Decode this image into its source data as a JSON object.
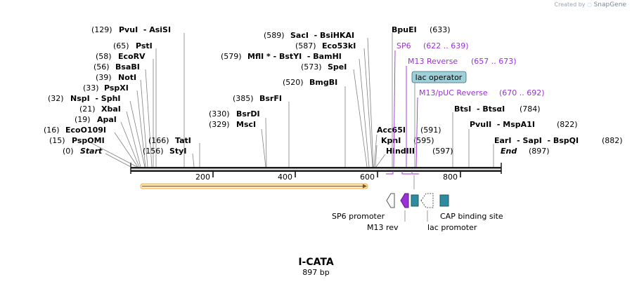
{
  "credit": {
    "prefix": "Created by",
    "brand": "SnapGene"
  },
  "sequence": {
    "name": "I-CATA",
    "length_label": "897 bp"
  },
  "map": {
    "length": 897,
    "ruler_ticks": [
      {
        "value": 200,
        "label": "200"
      },
      {
        "value": 400,
        "label": "400"
      },
      {
        "value": 600,
        "label": "600"
      },
      {
        "value": 800,
        "label": "800"
      }
    ],
    "sites": [
      {
        "pos": "(129)",
        "names": "PvuI  - AsiSI"
      },
      {
        "pos": "(65)",
        "names": "PstI"
      },
      {
        "pos": "(58)",
        "names": "EcoRV"
      },
      {
        "pos": "(56)",
        "names": "BsaBI"
      },
      {
        "pos": "(39)",
        "names": "NotI"
      },
      {
        "pos": "(33)",
        "names": "PspXI"
      },
      {
        "pos": "(32)",
        "names": "NspI  - SphI"
      },
      {
        "pos": "(21)",
        "names": "XbaI"
      },
      {
        "pos": "(19)",
        "names": "ApaI"
      },
      {
        "pos": "(16)",
        "names": "EcoO109I"
      },
      {
        "pos": "(15)",
        "names": "PspOMI"
      },
      {
        "pos": "(0)",
        "names": "Start"
      },
      {
        "pos": "(166)",
        "names": "TatI"
      },
      {
        "pos": "(156)",
        "names": "StyI"
      },
      {
        "pos": "(589)",
        "names": "SacI  - BsiHKAI"
      },
      {
        "pos": "(587)",
        "names": "Eco53kI"
      },
      {
        "pos": "(579)",
        "names": "MflI * - BstYI  - BamHI"
      },
      {
        "pos": "(573)",
        "names": "SpeI"
      },
      {
        "pos": "(520)",
        "names": "BmgBI"
      },
      {
        "pos": "(385)",
        "names": "BsrFI"
      },
      {
        "pos": "(330)",
        "names": "BsrDI"
      },
      {
        "pos": "(329)",
        "names": "MscI"
      },
      {
        "pos": "(633)",
        "names": "BpuEI"
      },
      {
        "pos": "(591)",
        "names": "Acc65I"
      },
      {
        "pos": "(595)",
        "names": "KpnI"
      },
      {
        "pos": "(597)",
        "names": "HindIII"
      },
      {
        "pos": "(784)",
        "names": "BtsI  - BtsαI"
      },
      {
        "pos": "(822)",
        "names": "PvuII  - MspA1I"
      },
      {
        "pos": "(882)",
        "names": "EarI  - SapI  - BspQI"
      },
      {
        "pos": "(897)",
        "names": "End"
      }
    ],
    "primers": [
      {
        "name": "SP6",
        "range": "(622 .. 639)"
      },
      {
        "name": "M13 Reverse",
        "range": "(657 .. 673)"
      },
      {
        "name": "M13/pUC Reverse",
        "range": "(670 .. 692)"
      }
    ],
    "boxed_feature": "lac operator",
    "features": [
      {
        "name": "SP6 promoter"
      },
      {
        "name": "M13 rev"
      },
      {
        "name": "lac promoter"
      },
      {
        "name": "CAP binding site"
      }
    ],
    "colors": {
      "backbone": "#1a1a1a",
      "primer": "#9b30d9",
      "orf_outline": "#f0b040",
      "orf_arrow": "#7a5a20",
      "lac_operator_fill": "#9fcfd8",
      "cap_fill": "#2f8ca0",
      "m13rev_fill": "#9b30d9",
      "leader": "#808080"
    }
  }
}
